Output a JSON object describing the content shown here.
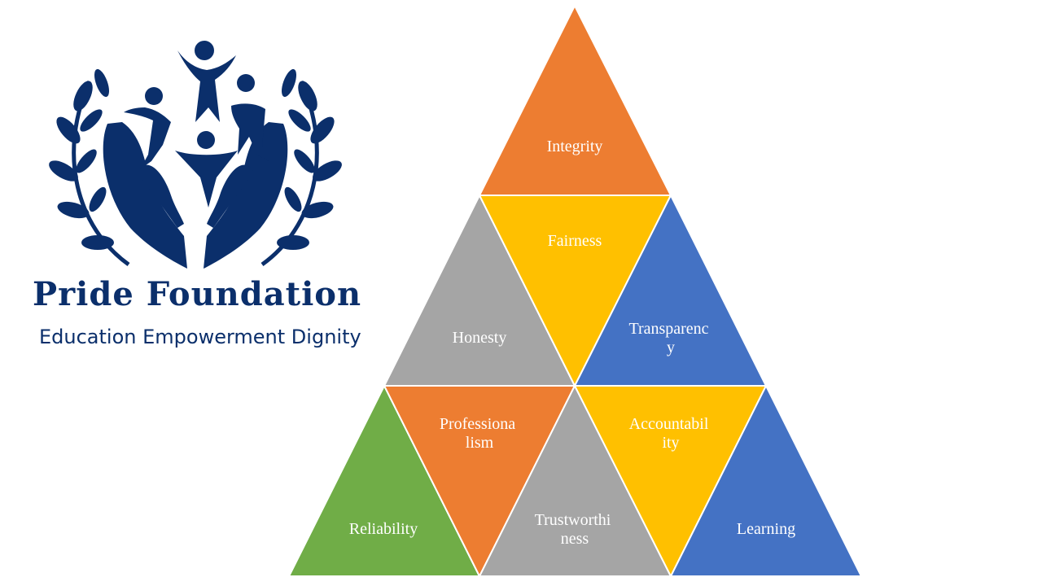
{
  "brand": {
    "name": "Pride Foundation",
    "tagline": "Education Empowerment Dignity",
    "color": "#0b2f6b",
    "logo_icon": "hands-with-people-laurel-icon"
  },
  "pyramid": {
    "colors": {
      "orange": "#ed7d31",
      "yellow": "#ffc000",
      "gray": "#a5a5a5",
      "blue": "#4472c4",
      "green": "#70ad47"
    },
    "cells": [
      {
        "id": "integrity",
        "lines": [
          "Integrity"
        ],
        "color": "orange"
      },
      {
        "id": "honesty",
        "lines": [
          "Honesty"
        ],
        "color": "gray"
      },
      {
        "id": "fairness",
        "lines": [
          "Fairness"
        ],
        "color": "yellow"
      },
      {
        "id": "transparency",
        "lines": [
          "Transparenc",
          "y"
        ],
        "color": "blue"
      },
      {
        "id": "reliability",
        "lines": [
          "Reliability"
        ],
        "color": "green"
      },
      {
        "id": "professionalism",
        "lines": [
          "Professiona",
          "lism"
        ],
        "color": "orange"
      },
      {
        "id": "trustworthiness",
        "lines": [
          "Trustworthi",
          "ness"
        ],
        "color": "gray"
      },
      {
        "id": "accountability",
        "lines": [
          "Accountabil",
          "ity"
        ],
        "color": "yellow"
      },
      {
        "id": "learning",
        "lines": [
          "Learning"
        ],
        "color": "blue"
      }
    ]
  }
}
